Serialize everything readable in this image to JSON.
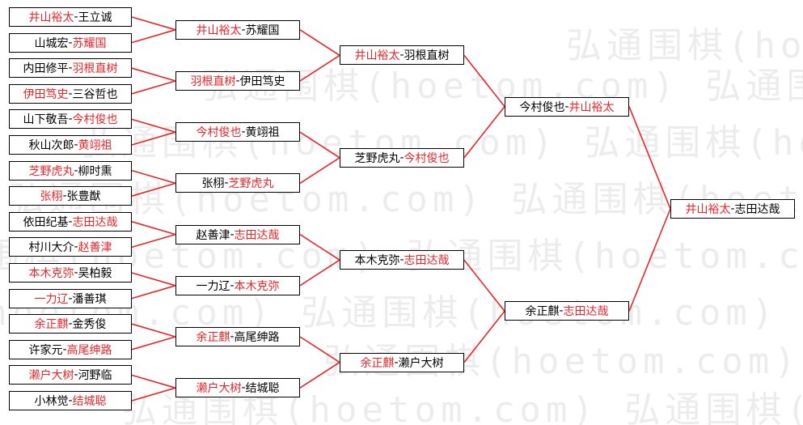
{
  "watermark": "弘通围棋(hoetom.com)",
  "colors": {
    "winner": "#e8262a",
    "loser": "#000000",
    "line": "#e8262a",
    "border": "#000000"
  },
  "rounds": [
    [
      {
        "a": "井山裕太",
        "b": "王立诚",
        "winner": "a"
      },
      {
        "a": "山城宏",
        "b": "苏耀国",
        "winner": "b"
      },
      {
        "a": "内田修平",
        "b": "羽根直树",
        "winner": "b"
      },
      {
        "a": "伊田笃史",
        "b": "三谷哲也",
        "winner": "a"
      },
      {
        "a": "山下敬吾",
        "b": "今村俊也",
        "winner": "b"
      },
      {
        "a": "秋山次郎",
        "b": "黄翊祖",
        "winner": "b"
      },
      {
        "a": "芝野虎丸",
        "b": "柳时熏",
        "winner": "a"
      },
      {
        "a": "张栩",
        "b": "张豊猷",
        "winner": "a"
      },
      {
        "a": "依田纪基",
        "b": "志田达哉",
        "winner": "b"
      },
      {
        "a": "村川大介",
        "b": "赵善津",
        "winner": "b"
      },
      {
        "a": "本木克弥",
        "b": "吴柏毅",
        "winner": "a"
      },
      {
        "a": "一力辽",
        "b": "潘善琪",
        "winner": "a"
      },
      {
        "a": "余正麒",
        "b": "金秀俊",
        "winner": "a"
      },
      {
        "a": "许家元",
        "b": "高尾绅路",
        "winner": "b"
      },
      {
        "a": "濑户大树",
        "b": "河野临",
        "winner": "a"
      },
      {
        "a": "小林觉",
        "b": "结城聪",
        "winner": "b"
      }
    ],
    [
      {
        "a": "井山裕太",
        "b": "苏耀国",
        "winner": "a"
      },
      {
        "a": "羽根直树",
        "b": "伊田笃史",
        "winner": "a"
      },
      {
        "a": "今村俊也",
        "b": "黄翊祖",
        "winner": "a"
      },
      {
        "a": "张栩",
        "b": "芝野虎丸",
        "winner": "b"
      },
      {
        "a": "赵善津",
        "b": "志田达哉",
        "winner": "b"
      },
      {
        "a": "一力辽",
        "b": "本木克弥",
        "winner": "b"
      },
      {
        "a": "余正麒",
        "b": "高尾绅路",
        "winner": "a"
      },
      {
        "a": "濑户大树",
        "b": "结城聪",
        "winner": "a"
      }
    ],
    [
      {
        "a": "井山裕太",
        "b": "羽根直树",
        "winner": "a"
      },
      {
        "a": "芝野虎丸",
        "b": "今村俊也",
        "winner": "b"
      },
      {
        "a": "本木克弥",
        "b": "志田达哉",
        "winner": "b"
      },
      {
        "a": "余正麒",
        "b": "濑户大树",
        "winner": "a"
      }
    ],
    [
      {
        "a": "今村俊也",
        "b": "井山裕太",
        "winner": "b"
      },
      {
        "a": "余正麒",
        "b": "志田达哉",
        "winner": "b"
      }
    ],
    [
      {
        "a": "井山裕太",
        "b": "志田达哉",
        "winner": "a"
      }
    ]
  ]
}
